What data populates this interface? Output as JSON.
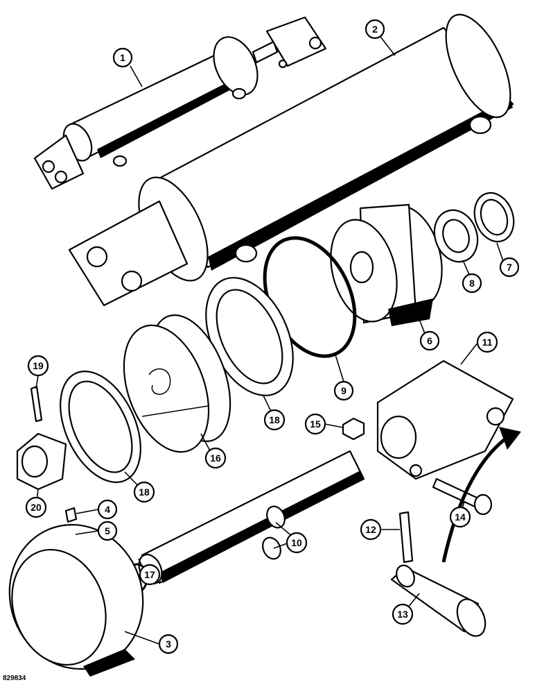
{
  "figure_code": "829834",
  "parts": [
    {
      "number": "1"
    },
    {
      "number": "2"
    },
    {
      "number": "3"
    },
    {
      "number": "4"
    },
    {
      "number": "5"
    },
    {
      "number": "6"
    },
    {
      "number": "7"
    },
    {
      "number": "8"
    },
    {
      "number": "9"
    },
    {
      "number": "10"
    },
    {
      "number": "11"
    },
    {
      "number": "12"
    },
    {
      "number": "13"
    },
    {
      "number": "14"
    },
    {
      "number": "15"
    },
    {
      "number": "16"
    },
    {
      "number": "17"
    },
    {
      "number": "18"
    },
    {
      "number": "18"
    },
    {
      "number": "19"
    },
    {
      "number": "20"
    }
  ]
}
